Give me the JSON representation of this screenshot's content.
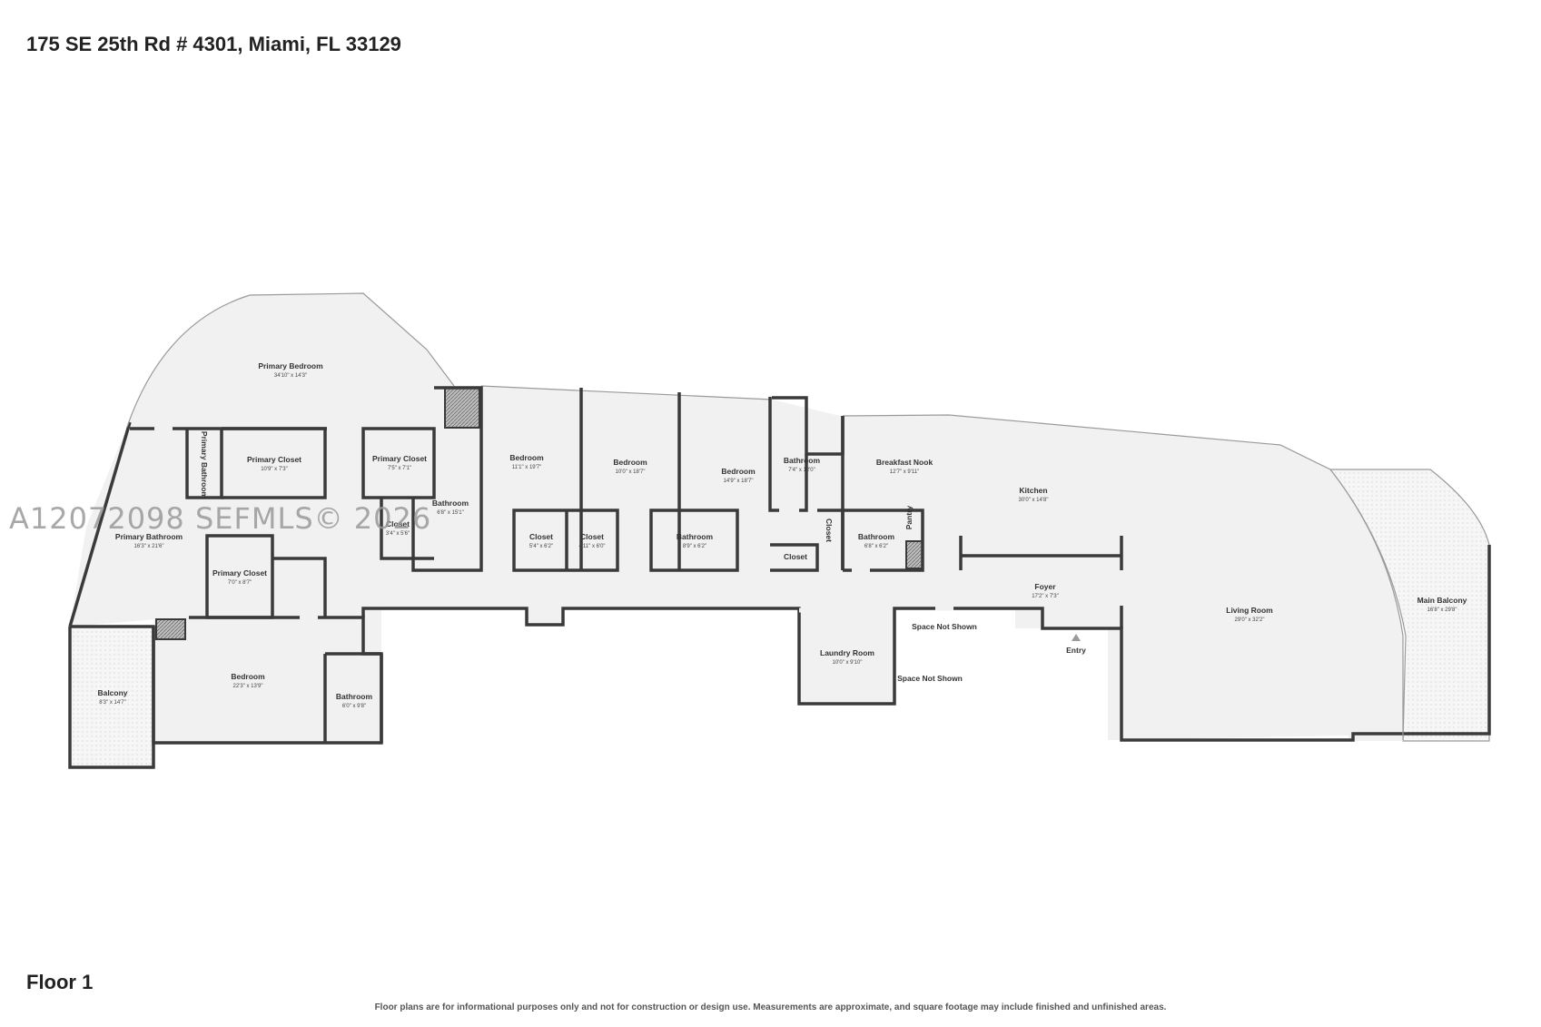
{
  "address": "175 SE 25th Rd # 4301, Miami, FL 33129",
  "floor_label": "Floor 1",
  "disclaimer": "Floor plans are for informational purposes only and not for construction or design use. Measurements are approximate, and square footage may include finished and unfinished areas.",
  "watermark": "A12072098  SEFMLS© 2026",
  "colors": {
    "floor_fill": "#f1f1f1",
    "wall": "#3a3a3a",
    "balcony_fill": "#f7f7f7",
    "text": "#333333"
  },
  "rooms": {
    "primary_bedroom": {
      "name": "Primary Bedroom",
      "dims": "34'10\" x 14'3\""
    },
    "primary_bathroom_small": {
      "name": "Primary Bathroom"
    },
    "primary_closet_1": {
      "name": "Primary Closet",
      "dims": "10'9\" x 7'3\""
    },
    "primary_closet_2": {
      "name": "Primary Closet",
      "dims": "7'5\" x 7'1\""
    },
    "closet_small": {
      "name": "Closet",
      "dims": "3'4\" x 5'6\""
    },
    "primary_bathroom": {
      "name": "Primary Bathroom",
      "dims": "16'3\" x 21'6\""
    },
    "primary_closet_3": {
      "name": "Primary Closet",
      "dims": "7'0\" x 8'7\""
    },
    "bathroom_1": {
      "name": "Bathroom",
      "dims": "6'8\" x 15'1\""
    },
    "bedroom_1": {
      "name": "Bedroom",
      "dims": "11'1\" x 19'7\""
    },
    "closet_1": {
      "name": "Closet",
      "dims": "5'4\" x 6'2\""
    },
    "closet_2": {
      "name": "Closet",
      "dims": "4'11\" x 6'0\""
    },
    "bedroom_2": {
      "name": "Bedroom",
      "dims": "10'0\" x 18'7\""
    },
    "bedroom_3": {
      "name": "Bedroom",
      "dims": "14'9\" x 18'7\""
    },
    "bathroom_2": {
      "name": "Bathroom",
      "dims": "8'9\" x 6'2\""
    },
    "bathroom_3": {
      "name": "Bathroom",
      "dims": "7'4\" x 12'0\""
    },
    "closet_3": {
      "name": "Closet"
    },
    "closet_4": {
      "name": "Closet"
    },
    "breakfast_nook": {
      "name": "Breakfast Nook",
      "dims": "12'7\" x 9'11\""
    },
    "bathroom_4": {
      "name": "Bathroom",
      "dims": "6'8\" x 6'2\""
    },
    "pantry": {
      "name": "Pantry"
    },
    "kitchen": {
      "name": "Kitchen",
      "dims": "30'0\" x 14'8\""
    },
    "foyer": {
      "name": "Foyer",
      "dims": "17'2\" x 7'3\""
    },
    "living_room": {
      "name": "Living Room",
      "dims": "29'0\" x 32'2\""
    },
    "main_balcony": {
      "name": "Main Balcony",
      "dims": "16'8\" x 29'8\""
    },
    "laundry_room": {
      "name": "Laundry Room",
      "dims": "10'0\" x 9'10\""
    },
    "bedroom_4": {
      "name": "Bedroom",
      "dims": "22'3\" x 13'9\""
    },
    "bathroom_5": {
      "name": "Bathroom",
      "dims": "6'0\" x 9'8\""
    },
    "balcony": {
      "name": "Balcony",
      "dims": "8'3\" x 14'7\""
    }
  },
  "notes": {
    "space_not_shown_1": "Space Not Shown",
    "space_not_shown_2": "Space Not Shown",
    "entry": "Entry"
  }
}
